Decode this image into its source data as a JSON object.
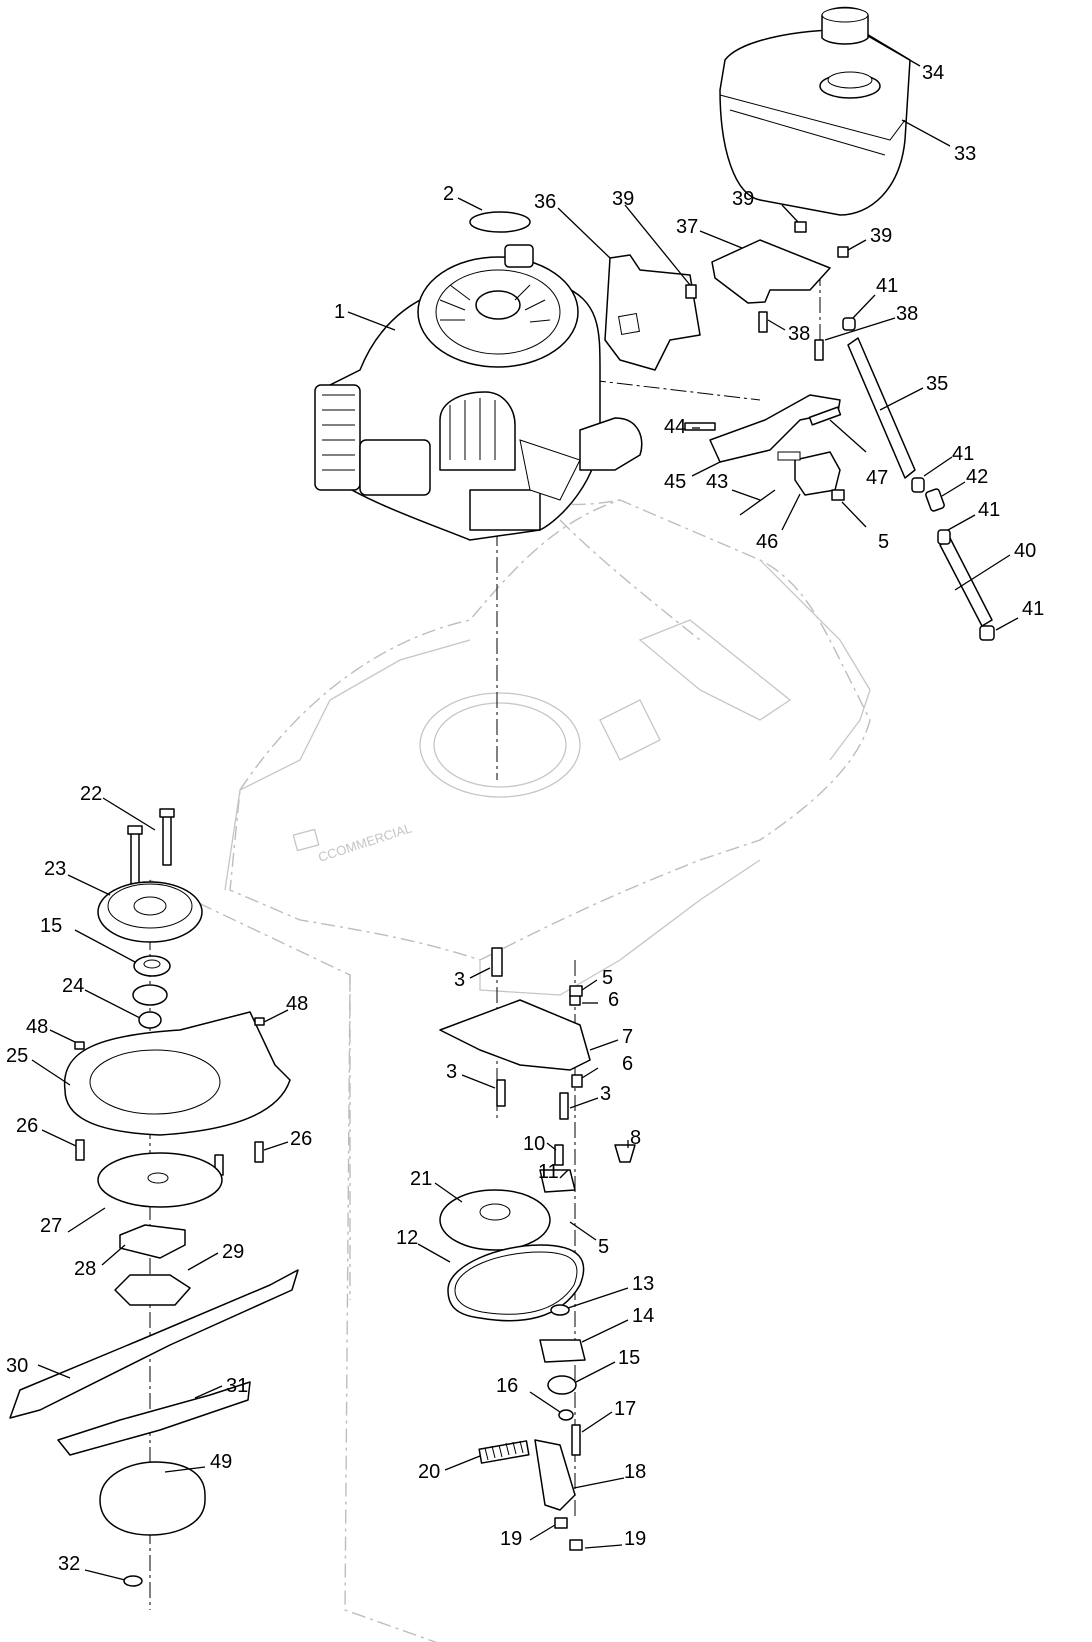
{
  "deck_brand": "CCOMMERCIAL",
  "callouts": [
    {
      "label": "1"
    },
    {
      "label": "2"
    },
    {
      "label": "3"
    },
    {
      "label": "3"
    },
    {
      "label": "3"
    },
    {
      "label": "5"
    },
    {
      "label": "5"
    },
    {
      "label": "5"
    },
    {
      "label": "6"
    },
    {
      "label": "6"
    },
    {
      "label": "7"
    },
    {
      "label": "8"
    },
    {
      "label": "10"
    },
    {
      "label": "11"
    },
    {
      "label": "12"
    },
    {
      "label": "13"
    },
    {
      "label": "14"
    },
    {
      "label": "15"
    },
    {
      "label": "15"
    },
    {
      "label": "16"
    },
    {
      "label": "17"
    },
    {
      "label": "18"
    },
    {
      "label": "19"
    },
    {
      "label": "19"
    },
    {
      "label": "20"
    },
    {
      "label": "21"
    },
    {
      "label": "22"
    },
    {
      "label": "23"
    },
    {
      "label": "24"
    },
    {
      "label": "25"
    },
    {
      "label": "26"
    },
    {
      "label": "26"
    },
    {
      "label": "27"
    },
    {
      "label": "28"
    },
    {
      "label": "29"
    },
    {
      "label": "30"
    },
    {
      "label": "31"
    },
    {
      "label": "32"
    },
    {
      "label": "33"
    },
    {
      "label": "34"
    },
    {
      "label": "35"
    },
    {
      "label": "36"
    },
    {
      "label": "37"
    },
    {
      "label": "38"
    },
    {
      "label": "38"
    },
    {
      "label": "39"
    },
    {
      "label": "39"
    },
    {
      "label": "39"
    },
    {
      "label": "40"
    },
    {
      "label": "41"
    },
    {
      "label": "41"
    },
    {
      "label": "41"
    },
    {
      "label": "41"
    },
    {
      "label": "42"
    },
    {
      "label": "43"
    },
    {
      "label": "44"
    },
    {
      "label": "45"
    },
    {
      "label": "46"
    },
    {
      "label": "47"
    },
    {
      "label": "48"
    },
    {
      "label": "48"
    },
    {
      "label": "49"
    }
  ]
}
